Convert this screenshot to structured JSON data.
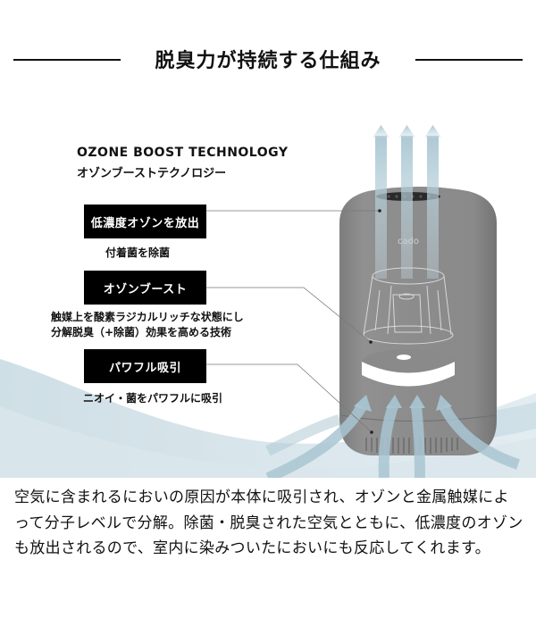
{
  "header": {
    "title": "脱臭力が持続する仕組み"
  },
  "technology": {
    "name_en": "OZONE BOOST TECHNOLOGY",
    "name_ja": "オゾンブーストテクノロジー"
  },
  "features": [
    {
      "label": "低濃度オゾンを放出",
      "description": "付着菌を除菌"
    },
    {
      "label": "オゾンブースト",
      "description_line1": "触媒上を酸素ラジカルリッチな状態にし",
      "description_line2": "分解脱臭（+除菌）効果を高める技術"
    },
    {
      "label": "パワフル吸引",
      "description": "ニオイ・菌をパワフルに吸引"
    }
  ],
  "product": {
    "brand_mark": "cado"
  },
  "colors": {
    "airflow": "#b9d0da",
    "device": "#8a8a8a",
    "wave": "#d4e2e8"
  },
  "body": {
    "paragraph": "空気に含まれるにおいの原因が本体に吸引され、オゾンと金属触媒によって分子レベルで分解。除菌・脱臭された空気とともに、低濃度のオゾンも放出されるので、室内に染みついたにおいにも反応してくれます。"
  }
}
